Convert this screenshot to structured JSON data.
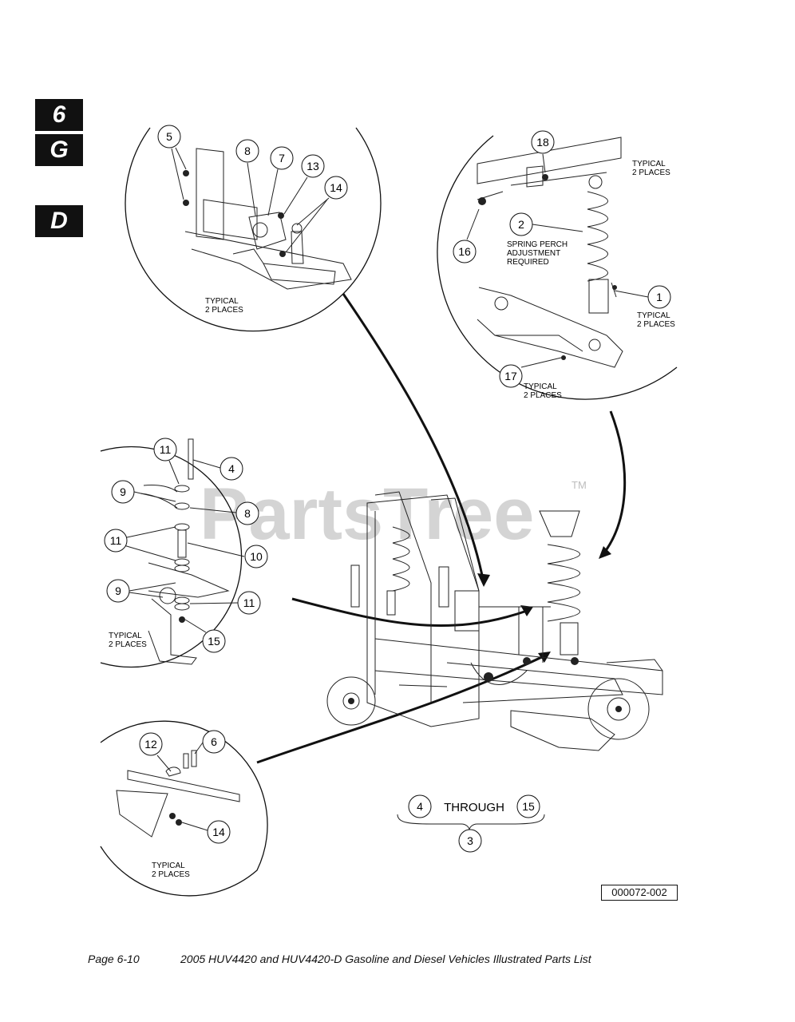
{
  "section_tabs": [
    "6",
    "G",
    "D"
  ],
  "watermark": {
    "text": "PartsTree",
    "tm": "TM"
  },
  "callouts": {
    "top_left": [
      "5",
      "8",
      "7",
      "13",
      "14"
    ],
    "top_right": [
      "18",
      "2",
      "16",
      "1",
      "17"
    ],
    "mid_left": [
      "11",
      "4",
      "9",
      "8",
      "11",
      "10",
      "9",
      "11",
      "15"
    ],
    "bottom_left": [
      "12",
      "6",
      "14"
    ],
    "assembly": [
      "4",
      "15",
      "3"
    ]
  },
  "notes": {
    "typical_2_places_a": [
      "TYPICAL",
      "2 PLACES"
    ],
    "typical_2_places_b": [
      "TYPICAL",
      "2 PLACES"
    ],
    "spring_perch": [
      "SPRING PERCH",
      "ADJUSTMENT",
      "REQUIRED"
    ],
    "typical_2_places_c": [
      "TYPICAL",
      "2 PLACES"
    ],
    "typical_2_places_d": [
      "TYPICAL",
      "2 PLACES"
    ],
    "typical_2_places_e": [
      "TYPICAL",
      "2 PLACES"
    ],
    "typical_2_places_f": [
      "TYPICAL",
      "2 PLACES"
    ],
    "through": "THROUGH"
  },
  "figure_id": "000072-002",
  "footer": {
    "page": "Page 6-10",
    "title": "2005 HUV4420 and HUV4420-D Gasoline and Diesel Vehicles Illustrated Parts List"
  }
}
